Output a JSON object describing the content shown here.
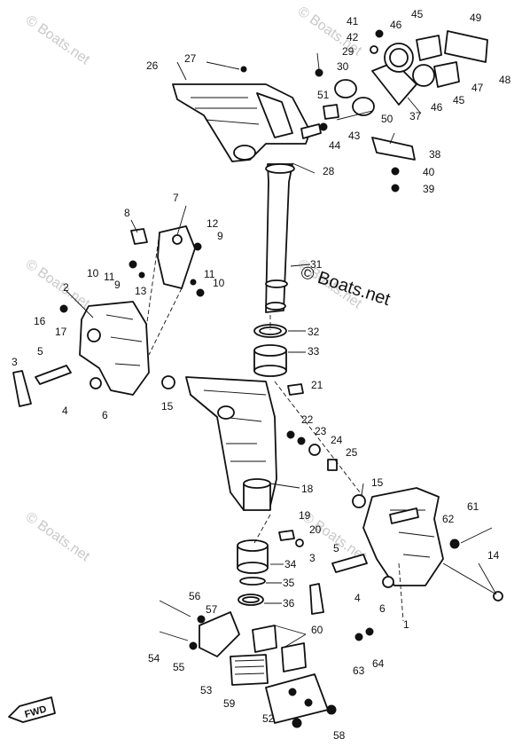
{
  "watermark": {
    "logo_text": "© Boats.net"
  },
  "fwd_label": "FWD",
  "callouts": [
    "1",
    "2",
    "3",
    "4",
    "5",
    "6",
    "7",
    "8",
    "9",
    "10",
    "11",
    "12",
    "13",
    "14",
    "15",
    "16",
    "17",
    "18",
    "19",
    "20",
    "21",
    "22",
    "23",
    "24",
    "25",
    "26",
    "27",
    "28",
    "29",
    "30",
    "31",
    "32",
    "33",
    "34",
    "35",
    "36",
    "37",
    "38",
    "39",
    "40",
    "41",
    "42",
    "43",
    "44",
    "45",
    "46",
    "47",
    "48",
    "49",
    "50",
    "51",
    "52",
    "53",
    "54",
    "55",
    "56",
    "57",
    "58",
    "59",
    "60",
    "61",
    "62",
    "63",
    "64"
  ]
}
